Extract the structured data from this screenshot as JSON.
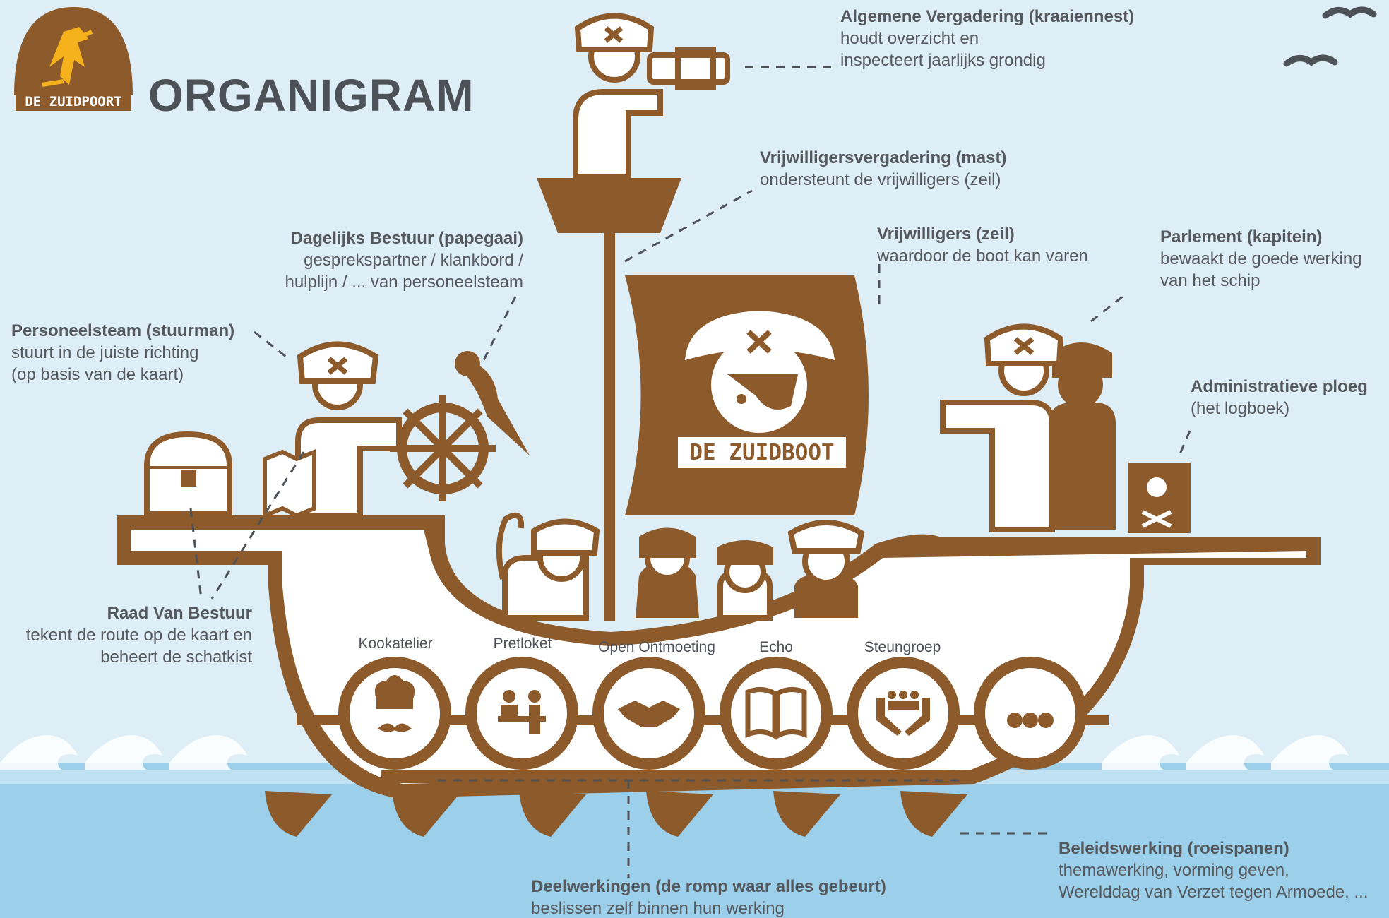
{
  "title": "ORGANIGRAM",
  "logo_text": "DE ZUIDPOORT",
  "sail_text": "DE ZUIDBOOT",
  "colors": {
    "brown": "#8d5a2b",
    "background": "#ddeef7",
    "sea": "#9ccfea",
    "text": "#55585c",
    "logo_accent": "#f5b21d"
  },
  "annotations": {
    "algemene_vergadering": {
      "title": "Algemene Vergadering (kraaiennest)",
      "lines": [
        "houdt overzicht en",
        "inspecteert jaarlijks grondig"
      ]
    },
    "vrijwilligersvergadering": {
      "title": "Vrijwilligersvergadering (mast)",
      "lines": [
        "ondersteunt de vrijwilligers (zeil)"
      ]
    },
    "vrijwilligers": {
      "title": "Vrijwilligers (zeil)",
      "lines": [
        "waardoor de boot kan varen"
      ]
    },
    "parlement": {
      "title": "Parlement (kapitein)",
      "lines": [
        "bewaakt de goede werking",
        "van het schip"
      ]
    },
    "dagelijks_bestuur": {
      "title": "Dagelijks Bestuur (papegaai)",
      "lines": [
        "gesprekspartner / klankbord /",
        "hulplijn / ... van personeelsteam"
      ]
    },
    "personeelsteam": {
      "title": "Personeelsteam (stuurman)",
      "lines": [
        "stuurt in de juiste richting",
        "(op basis van de kaart)"
      ]
    },
    "administratieve_ploeg": {
      "title": "Administratieve ploeg",
      "lines": [
        "(het logboek)"
      ]
    },
    "raad_van_bestuur": {
      "title": "Raad Van Bestuur",
      "lines": [
        "tekent de route op de kaart en",
        "beheert de schatkist"
      ]
    },
    "deelwerkingen": {
      "title": "Deelwerkingen (de romp waar alles gebeurt)",
      "lines": [
        "beslissen zelf binnen hun werking"
      ]
    },
    "beleidswerking": {
      "title": "Beleidswerking (roeispanen)",
      "lines": [
        "themawerking, vorming geven,",
        "Werelddag van Verzet tegen Armoede, ..."
      ]
    }
  },
  "deelwerkingen_items": [
    {
      "label": "Kookatelier",
      "icon": "chef-hat-mustache-icon"
    },
    {
      "label": "Pretloket",
      "icon": "desk-service-icon"
    },
    {
      "label": "Open Ontmoeting",
      "icon": "handshake-icon"
    },
    {
      "label": "Echo",
      "icon": "open-book-icon"
    },
    {
      "label": "Steungroep",
      "icon": "hands-people-icon"
    },
    {
      "label": "",
      "icon": "ellipsis-icon"
    }
  ]
}
